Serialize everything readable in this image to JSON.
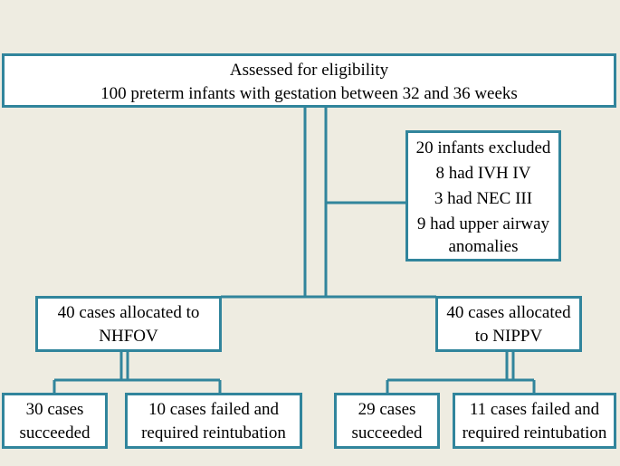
{
  "colors": {
    "background": "#eeece1",
    "border": "#31859c",
    "box_fill": "#ffffff"
  },
  "eligibility": {
    "line1": "Assessed for eligibility",
    "line2": "100 preterm infants with gestation between 32 and 36 weeks"
  },
  "excluded": {
    "line1": "20 infants excluded",
    "line2": "8 had IVH IV",
    "line3": "3 had NEC III",
    "line4": "9 had upper airway",
    "line5": "anomalies"
  },
  "nhfov": {
    "line1": "40 cases allocated to",
    "line2": "NHFOV",
    "succeeded": {
      "line1": "30 cases",
      "line2": "succeeded"
    },
    "failed": {
      "line1": "10 cases failed and",
      "line2": "required reintubation"
    }
  },
  "nippv": {
    "line1": "40 cases allocated",
    "line2": "to NIPPV",
    "succeeded": {
      "line1": "29 cases",
      "line2": "succeeded"
    },
    "failed": {
      "line1": "11 cases failed and",
      "line2": "required reintubation"
    }
  }
}
